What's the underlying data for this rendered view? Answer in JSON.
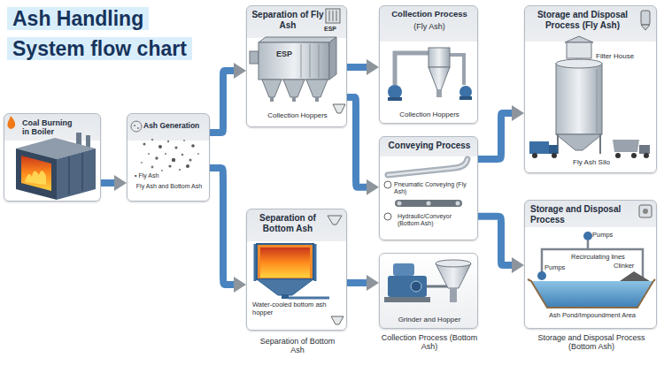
{
  "diagram": {
    "title": "Ash Handling System flow chart",
    "nodes": [
      {
        "text": [
          "Coal Burning in Boiler"
        ]
      },
      {
        "text": [
          "Ash Generation",
          "• Fly Ash",
          "Fly Ash and Bottom Ash"
        ]
      },
      {
        "text": [
          "Separation of Fly Ash",
          "Collection Hoppers"
        ]
      },
      {
        "text": [
          "Collection Process",
          "(Fly Ash)",
          "Collection Hoppers"
        ]
      },
      {
        "text": [
          "Conveying Process",
          "Pneumatic Conveying (Fly Ash)",
          "Hydraulic/Conveyor (Bottom Ash)"
        ]
      },
      {
        "text": [
          "Storage and Disposal Process (Fly Ash)",
          "Filter House",
          "Fly Ash Silo"
        ]
      },
      {
        "text": [
          "Separation of Bottom Ash",
          "Water-cooled bottom ash hopper",
          "Separation of Bottom Ash"
        ]
      },
      {
        "text": [
          "Grinder and Hopper",
          "Collection Process (Bottom Ash)"
        ]
      },
      {
        "text": [
          "Storage and Disposal Process",
          "Pumps",
          "Recirculating lines",
          "Pumps",
          "Clinker",
          "Ash Pond/Impoundment Area",
          "Storage and Disposal Process (Bottom Ash)"
        ]
      }
    ],
    "edges": [
      {
        "from": 0,
        "to": 1,
        "arrow": "to"
      },
      {
        "from": 1,
        "to": 2,
        "arrow": "to"
      },
      {
        "from": 1,
        "to": 6,
        "arrow": "to"
      },
      {
        "from": 2,
        "to": 3,
        "arrow": "to"
      },
      {
        "from": 2,
        "to": 4,
        "arrow": "to"
      },
      {
        "from": 6,
        "to": 7,
        "arrow": "to"
      },
      {
        "from": 4,
        "to": 5,
        "arrow": "to"
      },
      {
        "from": 4,
        "to": 8,
        "arrow": "to"
      }
    ],
    "labels": [
      "ESP",
      "ESP"
    ]
  }
}
